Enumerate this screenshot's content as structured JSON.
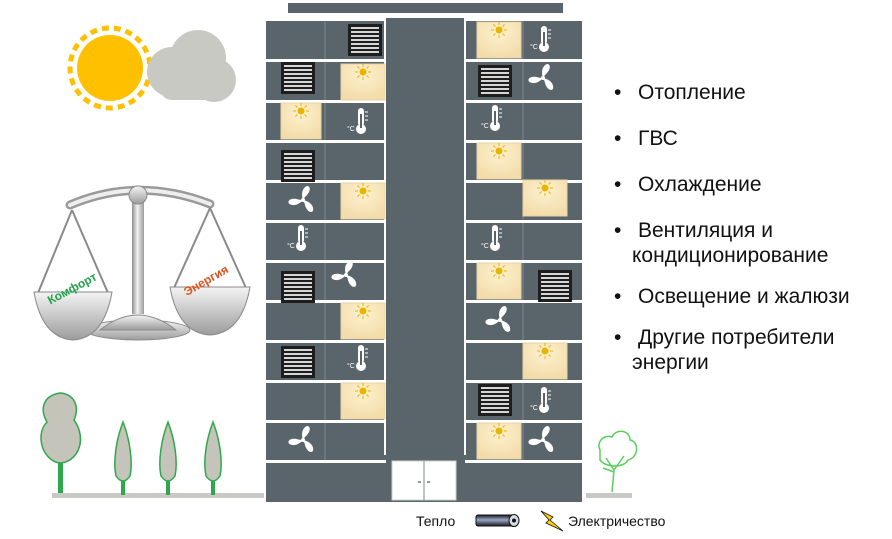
{
  "bullets": {
    "heating": "Отопление",
    "hot_water": "ГВС",
    "cooling": "Охлаждение",
    "ventilation_1": "Вентиляция и",
    "ventilation_2": "кондиционирование",
    "lighting": "Освещение и жалюзи",
    "other_1": "Другие потребители",
    "other_2": "энергии"
  },
  "scale": {
    "left_label": "Комфорт",
    "right_label": "Энергия"
  },
  "legend": {
    "heat": "Тепло",
    "electricity": "Электричество"
  },
  "colors": {
    "facade": "#5a656b",
    "window_lit": "#f7e3b8",
    "sun": "#ffc000",
    "cloud": "#c9c9c4",
    "scale_left": "#22a24a",
    "scale_right": "#e0531d"
  },
  "icons": [
    "sun-icon",
    "cloud-icon",
    "scale-icon",
    "tree-icon",
    "blind-icon",
    "lamp-icon",
    "fan-icon",
    "thermometer-icon",
    "pipe-icon",
    "lightning-icon"
  ]
}
